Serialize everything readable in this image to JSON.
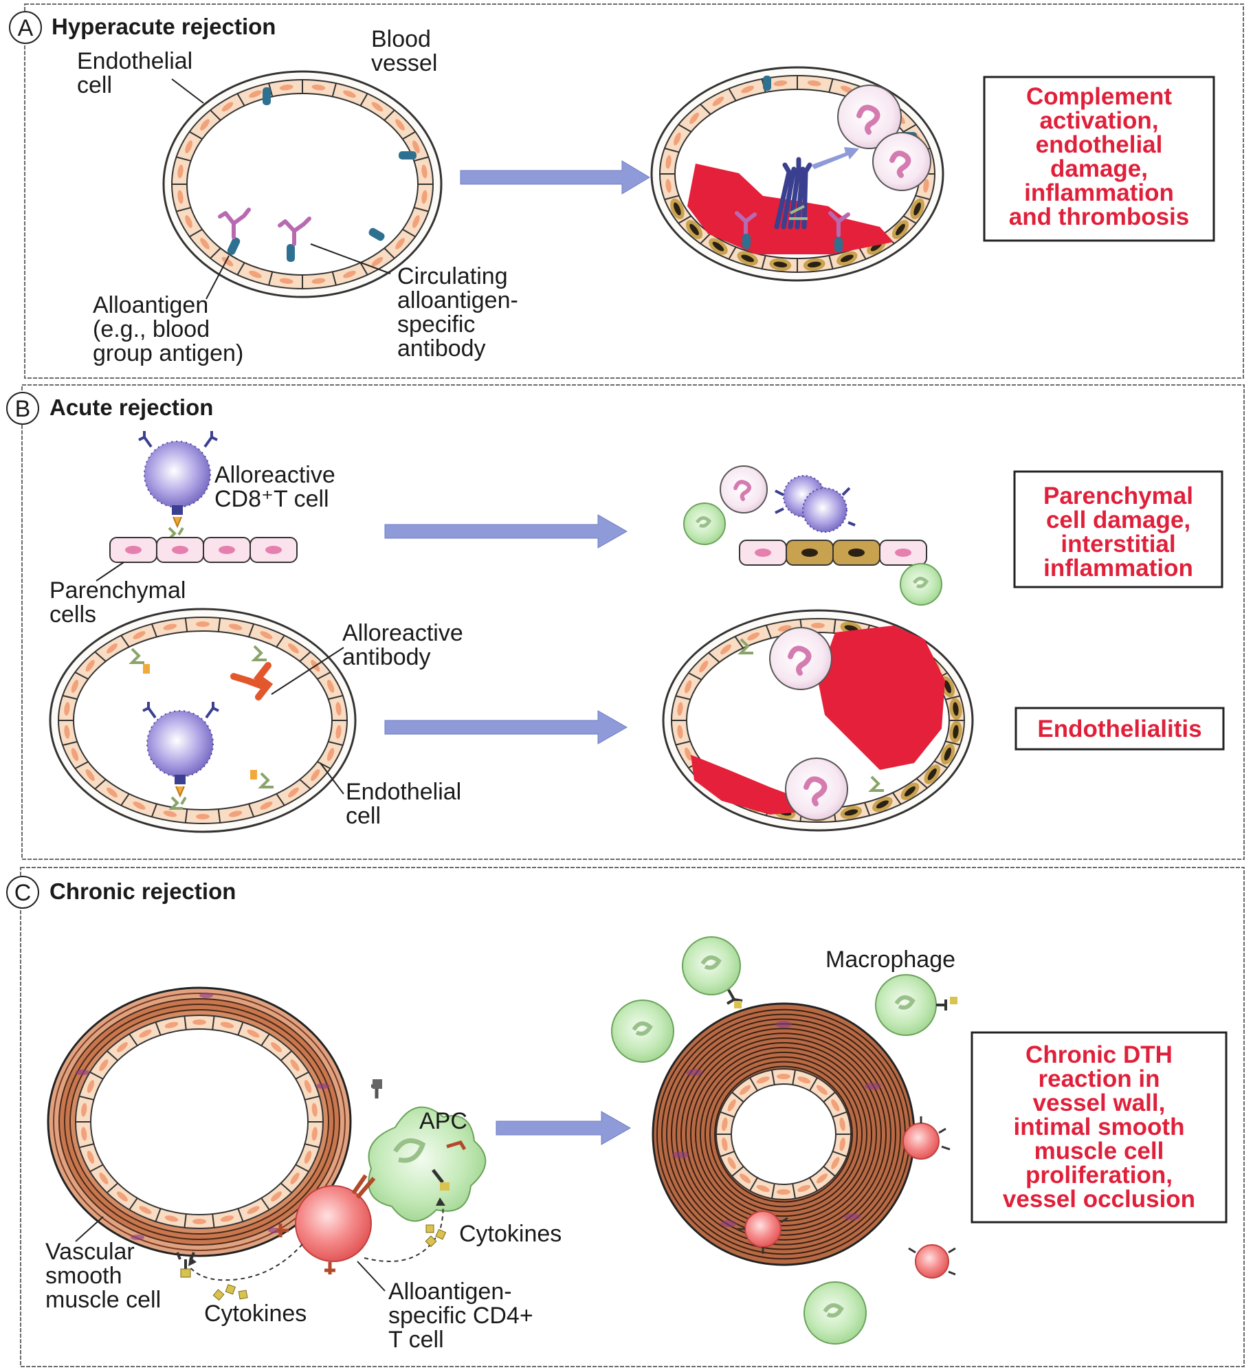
{
  "colors": {
    "result_text": "#e0203a",
    "panel_border": "#666666",
    "endothelial_fill": "#f8ddc4",
    "endothelial_nucleus": "#f2a27a",
    "damaged_cell": "#c8a24e",
    "blood_clot": "#e4203a",
    "arrow": "#8f9ad8",
    "t_cell": "#8c7fd0",
    "neutrophil_nucleus": "#d47bb0",
    "macrophage": "#b9e4ad",
    "cd4_t_cell": "#f08080",
    "antibody": "#3a3f8f",
    "alloantigen": "#b86ab0",
    "smooth_muscle": "#c8774e"
  },
  "panel_a": {
    "letter": "A",
    "title": "Hyperacute rejection",
    "labels": {
      "endothelial_cell": [
        "Endothelial",
        "cell"
      ],
      "blood_vessel": [
        "Blood",
        "vessel"
      ],
      "alloantigen": [
        "Alloantigen",
        "(e.g., blood",
        "group antigen)"
      ],
      "circulating_antibody": [
        "Circulating",
        "alloantigen-",
        "specific",
        "antibody"
      ]
    },
    "result": [
      "Complement",
      "activation,",
      "endothelial",
      "damage,",
      "inflammation",
      "and thrombosis"
    ]
  },
  "panel_b": {
    "letter": "B",
    "title": "Acute rejection",
    "labels": {
      "cd8_t_cell": [
        "Alloreactive",
        "CD8⁺T cell"
      ],
      "parenchymal_cells": [
        "Parenchymal",
        "cells"
      ],
      "alloreactive_antibody": [
        "Alloreactive",
        "antibody"
      ],
      "endothelial_cell": [
        "Endothelial",
        "cell"
      ]
    },
    "result_top": [
      "Parenchymal",
      "cell damage,",
      "interstitial",
      "inflammation"
    ],
    "result_bottom": [
      "Endothelialitis"
    ]
  },
  "panel_c": {
    "letter": "C",
    "title": "Chronic rejection",
    "labels": {
      "smooth_muscle": [
        "Vascular",
        "smooth",
        "muscle cell"
      ],
      "cytokines_left": "Cytokines",
      "cytokines_right": "Cytokines",
      "apc": "APC",
      "cd4_t_cell": [
        "Alloantigen-",
        "specific CD4+",
        "T cell"
      ],
      "macrophage": "Macrophage"
    },
    "result": [
      "Chronic DTH",
      "reaction in",
      "vessel wall,",
      "intimal smooth",
      "muscle cell",
      "proliferation,",
      "vessel occlusion"
    ]
  }
}
